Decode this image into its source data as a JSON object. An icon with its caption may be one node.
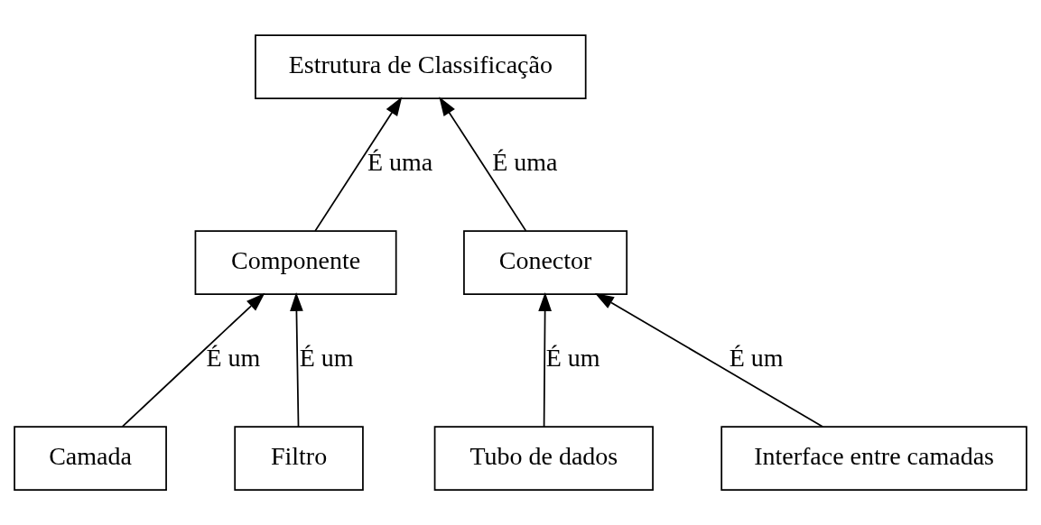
{
  "diagram": {
    "nodes": [
      {
        "text": [
          "Estrutura de Classificação"
        ]
      },
      {
        "text": [
          "Componente"
        ]
      },
      {
        "text": [
          "Conector"
        ]
      },
      {
        "text": [
          "Camada"
        ]
      },
      {
        "text": [
          "Filtro"
        ]
      },
      {
        "text": [
          "Tubo de dados"
        ]
      },
      {
        "text": [
          "Interface entre camadas"
        ]
      }
    ],
    "edges": [
      {
        "from": 1,
        "to": 0,
        "arrow": "to",
        "label": "É uma"
      },
      {
        "from": 2,
        "to": 0,
        "arrow": "to",
        "label": "É uma"
      },
      {
        "from": 3,
        "to": 1,
        "arrow": "to",
        "label": "É um"
      },
      {
        "from": 4,
        "to": 1,
        "arrow": "to",
        "label": "É um"
      },
      {
        "from": 5,
        "to": 2,
        "arrow": "to",
        "label": "É um"
      },
      {
        "from": 6,
        "to": 2,
        "arrow": "to",
        "label": "É um"
      }
    ]
  }
}
